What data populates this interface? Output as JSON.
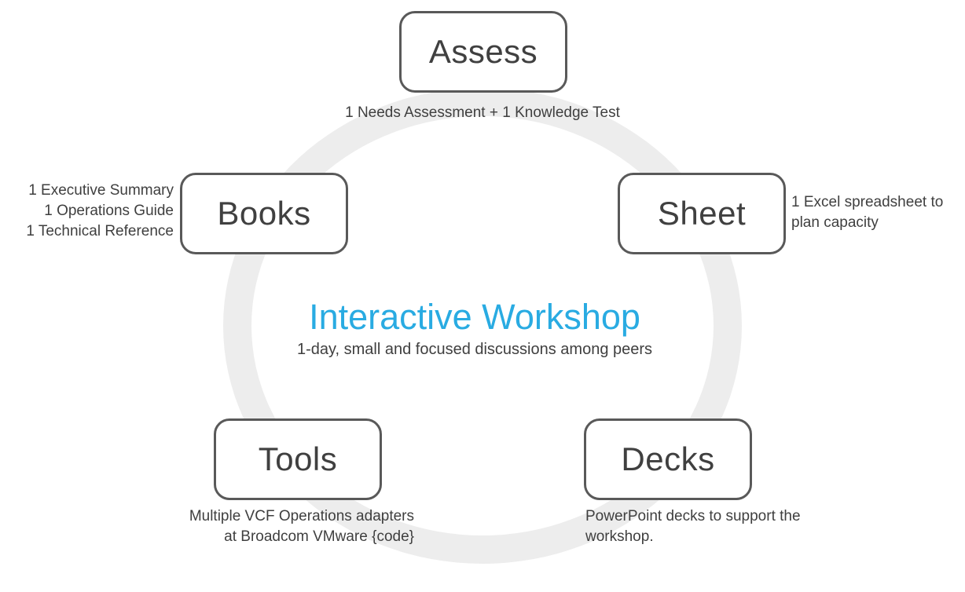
{
  "colors": {
    "accent": "#29ABE2",
    "box_border": "#595959",
    "box_text": "#404040",
    "caption_text": "#3F3F3F",
    "ring": "#EDEDED",
    "background": "#FFFFFF"
  },
  "center": {
    "title": "Interactive Workshop",
    "subtitle": "1-day, small and focused discussions among peers"
  },
  "nodes": [
    {
      "id": "assess",
      "label": "Assess",
      "caption_lines": [
        "1 Needs Assessment + 1 Knowledge Test"
      ]
    },
    {
      "id": "books",
      "label": "Books",
      "caption_lines": [
        "1 Executive Summary",
        "1 Operations Guide",
        "1 Technical Reference"
      ]
    },
    {
      "id": "sheet",
      "label": "Sheet",
      "caption_lines": [
        "1 Excel spreadsheet to",
        "plan capacity"
      ]
    },
    {
      "id": "tools",
      "label": "Tools",
      "caption_lines": [
        "Multiple VCF Operations adapters",
        "at Broadcom VMware {code}"
      ]
    },
    {
      "id": "decks",
      "label": "Decks",
      "caption_lines": [
        "PowerPoint decks to support the",
        "workshop."
      ]
    }
  ]
}
